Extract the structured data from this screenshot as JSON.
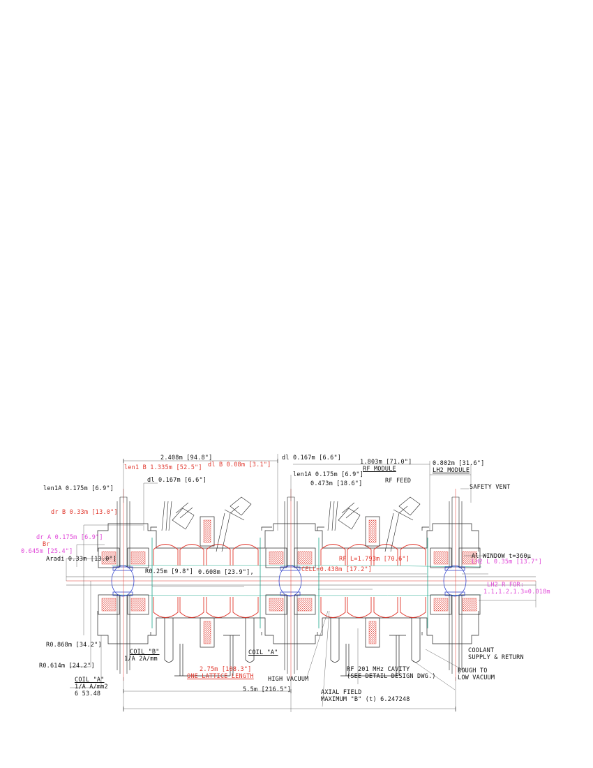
{
  "colors": {
    "red": "#e0352b",
    "magenta": "#e046d8",
    "green": "#1aa58a",
    "blue": "#3344cc",
    "black": "#222222"
  },
  "labels": {
    "len_2408": "2.408m [94.8\"]",
    "dl_top_right": "dl 0.167m [6.6\"]",
    "rf_module_len": "1.803m [71.0\"]",
    "rf_module": "RF MODULE",
    "lh2_module_len": "0.802m [31.6\"]",
    "lh2_module": "LH2 MODULE",
    "len1_b": "len1 B 1.335m [52.5\"]",
    "dl_b": "dl B 0.08m [3.1\"]",
    "len1a_right": "len1A 0.175m [6.9\"]",
    "dist_0473": "0.473m [18.6\"]",
    "rf_feed": "RF FEED",
    "dl_left": "dl 0.167m [6.6\"]",
    "len1a_left": "len1A 0.175m [6.9\"]",
    "safety_vent": "SAFETY VENT",
    "dr_b": "dr B 0.33m [13.0\"]",
    "dr_a": "dr A 0.175m [6.9\"]",
    "br": "Br",
    "r_0645": "0.645m [25.4\"]",
    "aradi": "Aradi 0.33m [13.0\"]",
    "al_window": "Al WINDOW t=360μ",
    "rf_l": "RF L=1.793m [70.6\"]",
    "lh2_l": "LH2 L 0.35m [13.7\"]",
    "cell": "CELL=0.438m [17.2\"]",
    "r025": "R0.25m [9.8\"]",
    "d_0608": "0.608m [23.9\"],",
    "lh2_r_for": "LH2 R FOR:",
    "lh2_r_vals": "1.1,1.2,1.3=0.018m",
    "r0868": "R0.868m [34.2\"]",
    "coil_b": "COIL \"B\"",
    "coil_b_density": "1/A 2A/mm",
    "coil_a_mid": "COIL \"A\"",
    "coolant_1": "COOLANT",
    "coolant_2": "SUPPLY & RETURN",
    "r0614": "R0.614m [24.2\"]",
    "lattice_len": "2.75m [108.3\"]",
    "lattice_label": "ONE LATTICE LENGTH",
    "high_vacuum": "HIGH VACUUM",
    "rf_cavity_1": "RF 201 MHz CAVITY",
    "rf_cavity_2": "(SEE DETAIL DESIGN DWG.)",
    "rough_1": "ROUGH TO",
    "rough_2": "LOW VACUUM",
    "coil_a_left": "COIL \"A\"",
    "coil_a_density": "1/A  A/mm2",
    "coil_a_vals": "6   53.48",
    "total_len": "5.5m [216.5\"]",
    "axial_field_1": "AXIAL FIELD",
    "axial_field_2": "MAXIMUM \"B\" (t) 6.247248"
  }
}
